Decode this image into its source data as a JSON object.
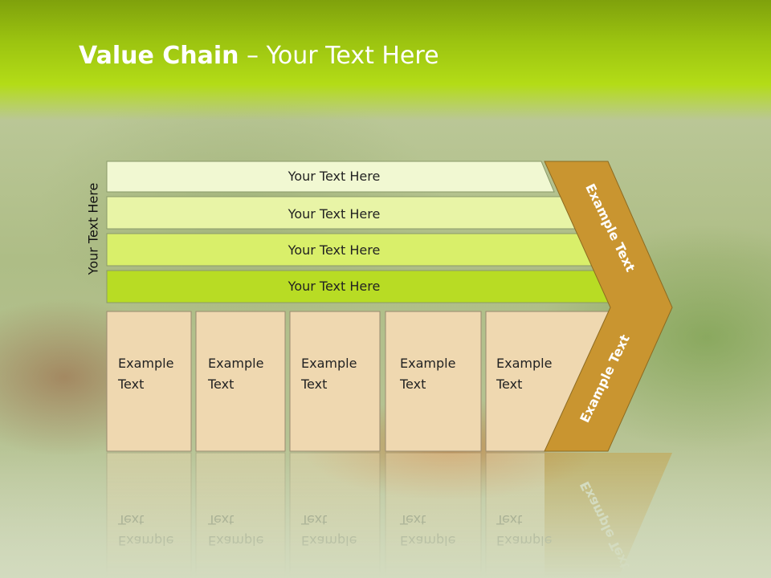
{
  "slide": {
    "title_bold": "Value Chain",
    "title_rest": " – Your Text Here",
    "side_label": "Your Text Here"
  },
  "rows": [
    {
      "label": "Your Text Here",
      "color": "#f1f8d2"
    },
    {
      "label": "Your Text Here",
      "color": "#e8f4a6"
    },
    {
      "label": "Your Text Here",
      "color": "#d9ef6a"
    },
    {
      "label": "Your Text Here",
      "color": "#b8dc24"
    }
  ],
  "columns": [
    {
      "line1": "Example",
      "line2": "Text"
    },
    {
      "line1": "Example",
      "line2": "Text"
    },
    {
      "line1": "Example",
      "line2": "Text"
    },
    {
      "line1": "Example",
      "line2": "Text"
    },
    {
      "line1": "Example",
      "line2": "Text"
    }
  ],
  "chevron": {
    "upper_label": "Example Text",
    "lower_label": "Example Text",
    "color": "#c99530",
    "column_fill": "#efd8b0"
  }
}
